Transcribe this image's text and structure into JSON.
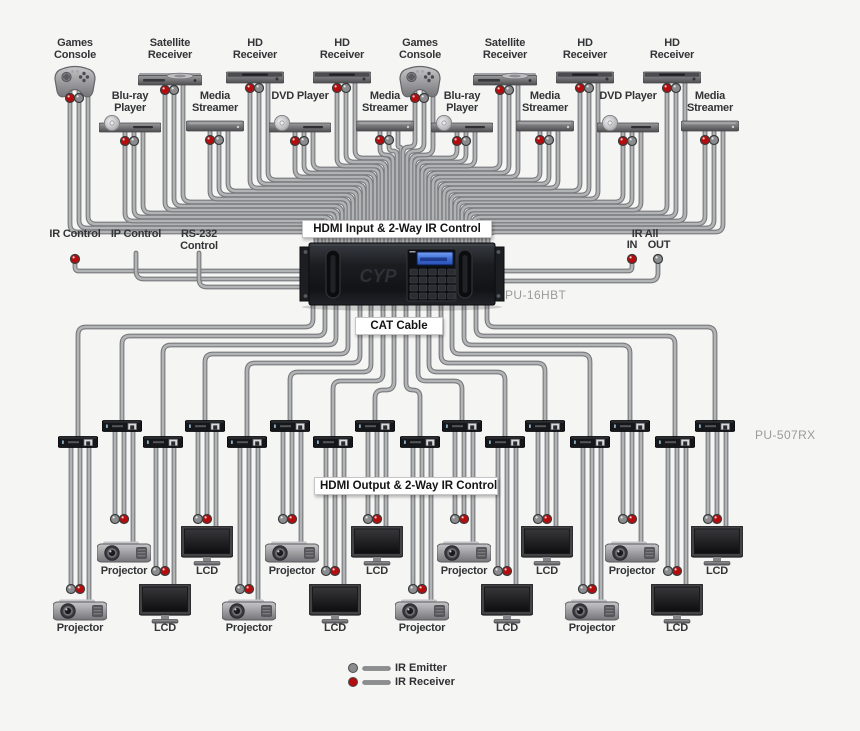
{
  "colors": {
    "background": "#f5f5f4",
    "cable": "#b2b3b5",
    "cable_edge": "#77787b",
    "ir_receiver": "#b50d0d",
    "ir_emitter": "#8b8c8e",
    "label_text": "#333436",
    "model_text": "#9b9b9d",
    "lcd_blue": "#3f6fd6"
  },
  "banners": {
    "hdmi_input": "HDMI Input & 2-Way IR Control",
    "cat_cable": "CAT Cable",
    "hdmi_output": "HDMI Output & 2-Way IR Control"
  },
  "matrix": {
    "logo": "CYP",
    "model": "PU-16HBT"
  },
  "receiver_model": "PU-507RX",
  "controls": {
    "ir": "IR Control",
    "ip": "IP Control",
    "rs232": "RS-232 Control",
    "ir_all": "IR All",
    "in": "IN",
    "out": "OUT"
  },
  "legend": {
    "emitter": "IR Emitter",
    "receiver": "IR Receiver"
  },
  "sources_row1": [
    {
      "type": "games-console",
      "label": "Games Console"
    },
    {
      "type": "satellite-receiver",
      "label": "Satellite Receiver"
    },
    {
      "type": "hd-receiver",
      "label": "HD Receiver"
    },
    {
      "type": "hd-receiver",
      "label": "HD Receiver"
    },
    {
      "type": "games-console",
      "label": "Games Console"
    },
    {
      "type": "satellite-receiver",
      "label": "Satellite Receiver"
    },
    {
      "type": "hd-receiver",
      "label": "HD Receiver"
    },
    {
      "type": "hd-receiver",
      "label": "HD Receiver"
    }
  ],
  "sources_row2": [
    {
      "type": "bluray-player",
      "label": "Blu-ray Player"
    },
    {
      "type": "media-streamer",
      "label": "Media Streamer"
    },
    {
      "type": "dvd-player",
      "label": "DVD Player"
    },
    {
      "type": "media-streamer",
      "label": "Media Streamer"
    },
    {
      "type": "bluray-player",
      "label": "Blu-ray Player"
    },
    {
      "type": "media-streamer",
      "label": "Media Streamer"
    },
    {
      "type": "dvd-player",
      "label": "DVD Player"
    },
    {
      "type": "media-streamer",
      "label": "Media Streamer"
    }
  ],
  "outputs_upper": [
    {
      "type": "projector",
      "label": "Projector"
    },
    {
      "type": "lcd",
      "label": "LCD"
    },
    {
      "type": "projector",
      "label": "Projector"
    },
    {
      "type": "lcd",
      "label": "LCD"
    },
    {
      "type": "projector",
      "label": "Projector"
    },
    {
      "type": "lcd",
      "label": "LCD"
    },
    {
      "type": "projector",
      "label": "Projector"
    },
    {
      "type": "lcd",
      "label": "LCD"
    }
  ],
  "outputs_lower": [
    {
      "type": "projector",
      "label": "Projector"
    },
    {
      "type": "lcd",
      "label": "LCD"
    },
    {
      "type": "projector",
      "label": "Projector"
    },
    {
      "type": "lcd",
      "label": "LCD"
    },
    {
      "type": "projector",
      "label": "Projector"
    },
    {
      "type": "lcd",
      "label": "LCD"
    },
    {
      "type": "projector",
      "label": "Projector"
    },
    {
      "type": "lcd",
      "label": "LCD"
    }
  ]
}
